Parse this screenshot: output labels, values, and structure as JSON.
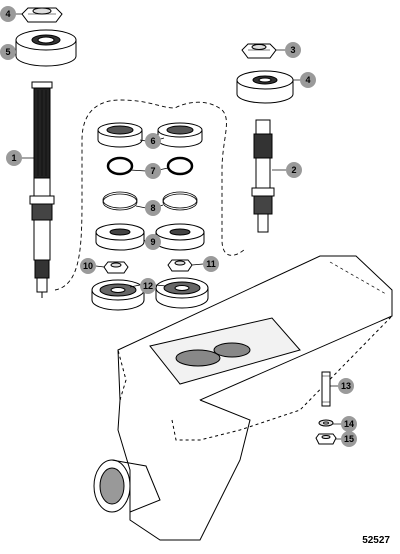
{
  "callouts": [
    "1",
    "2",
    "3",
    "4",
    "5",
    "6",
    "7",
    "8",
    "9",
    "10",
    "11",
    "12",
    "13",
    "14",
    "15"
  ],
  "reference_number": "52527"
}
